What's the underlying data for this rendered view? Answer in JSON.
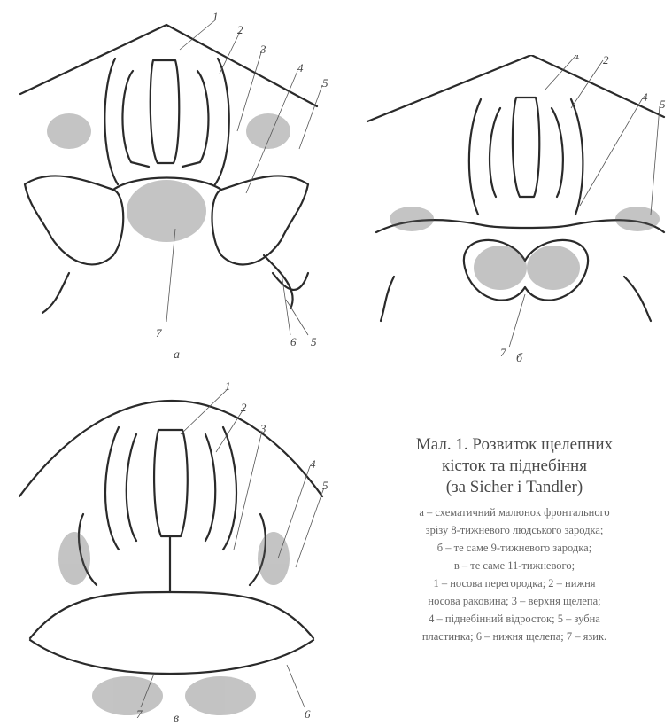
{
  "panels": [
    {
      "id": "a",
      "label": "а",
      "numbers": [
        "1",
        "2",
        "3",
        "4",
        "5",
        "5",
        "6",
        "7"
      ]
    },
    {
      "id": "b",
      "label": "б",
      "numbers": [
        "1",
        "2",
        "4",
        "5",
        "7"
      ]
    },
    {
      "id": "c",
      "label": "в",
      "numbers": [
        "1",
        "2",
        "3",
        "4",
        "5",
        "6",
        "7"
      ]
    }
  ],
  "caption": {
    "title_lines": [
      "Мал. 1. Розвиток щелепних",
      "кісток та піднебіння",
      "(за Sicher і Tandler)"
    ],
    "body_lines": [
      "а – схематичний малюнок фронтального",
      "зрізу 8-тижневого людського зародка;",
      "б – те саме 9-тижневого зародка;",
      "в – те саме 11-тижневого;",
      "1 – носова перегородка; 2 – нижня",
      "носова раковина; 3 – верхня щелепа;",
      "4 – піднебінний відросток; 5 – зубна",
      "пластинка; 6 – нижня щелепа; 7 – язик."
    ]
  }
}
